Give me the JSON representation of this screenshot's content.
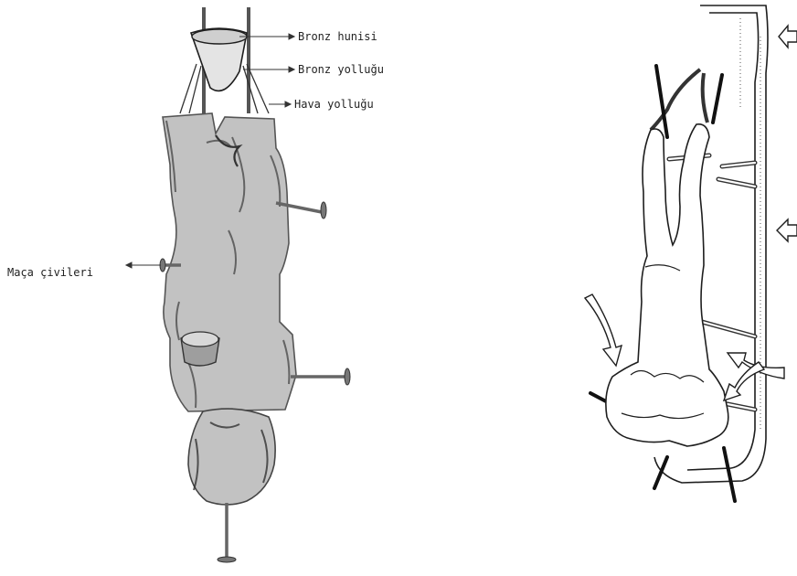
{
  "colors": {
    "figure_fill": "#c2c2c2",
    "figure_shade": "#555555",
    "outline": "#1e1e1e",
    "label_text": "#222222",
    "background": "#ffffff"
  },
  "left_figure": {
    "labels": {
      "bronze_funnel": "Bronz hunisi",
      "bronze_runner": "Bronz yolluğu",
      "air_vent": "Hava yolluğu",
      "core_pins": "Maça çivileri"
    }
  },
  "right_figure": {
    "icons": [
      "flow-arrow-icon",
      "flow-arrow-icon",
      "flow-arrow-icon",
      "flow-arrow-icon",
      "flow-arrow-icon"
    ]
  }
}
